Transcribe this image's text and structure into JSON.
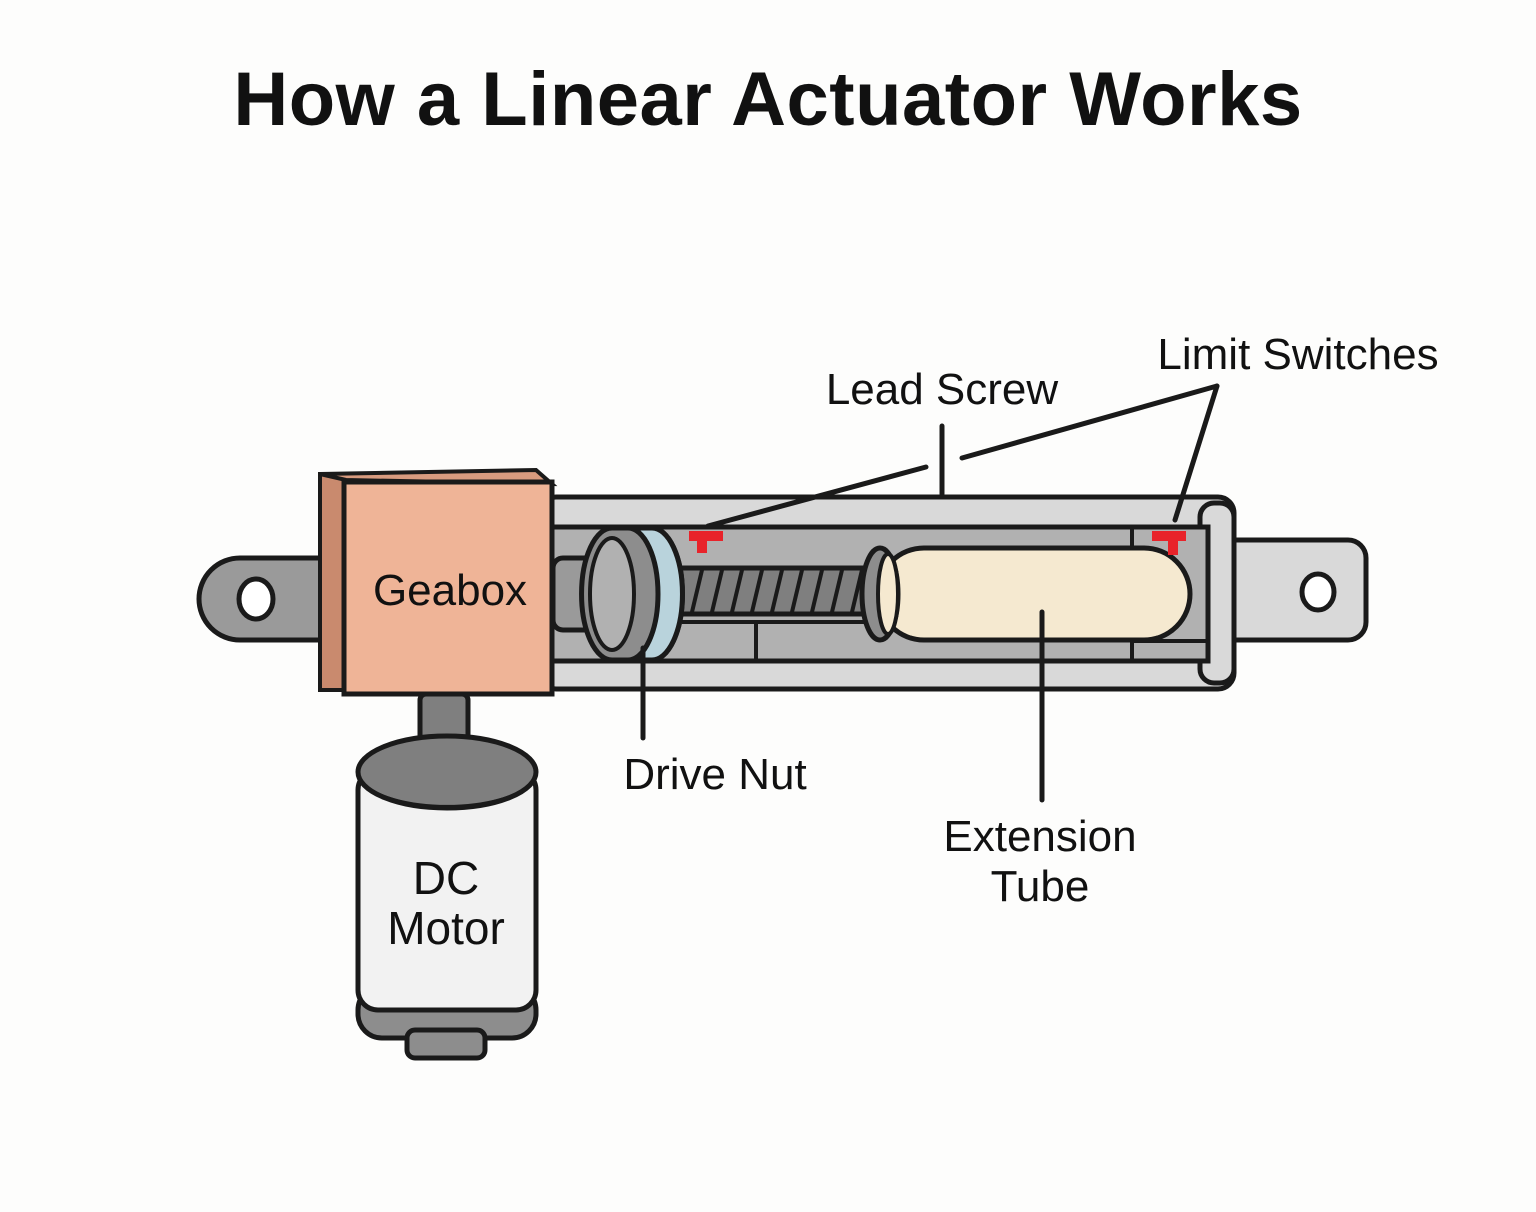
{
  "title": "How a Linear Actuator Works",
  "labels": {
    "gearbox": "Geabox",
    "motor_line1": "DC",
    "motor_line2": "Motor",
    "lead_screw": "Lead Screw",
    "limit_switches": "Limit Switches",
    "drive_nut": "Drive Nut",
    "extension_line1": "Extension",
    "extension_line2": "Tube"
  },
  "colors": {
    "gearbox": "#efb497",
    "drive_nut": "#b9d3dc",
    "extension_tube": "#f5e9d0",
    "limit_switch": "#e8232a",
    "housing": "#d9d9d9",
    "metal_dark": "#8d8d8d",
    "outline": "#1a1a1a"
  }
}
